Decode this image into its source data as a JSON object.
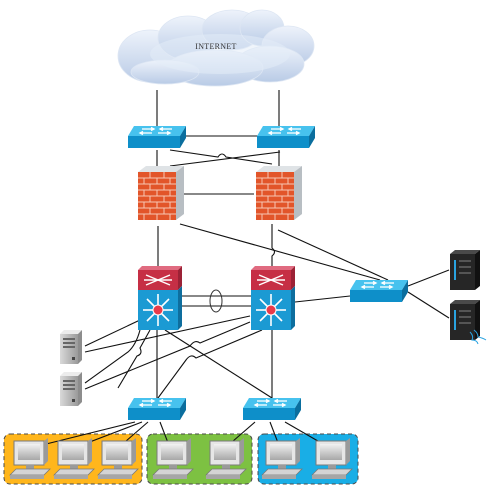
{
  "internet": {
    "label": "INTERNET"
  },
  "colors": {
    "switch_blue": "#1aa3d9",
    "switch_dark": "#0a7fb4",
    "firewall_red": "#e2552a",
    "core_red": "#c62f45",
    "core_blue": "#1b9ad3",
    "group_orange": "#ffb61c",
    "group_green": "#7dc142",
    "group_blue": "#19aee6",
    "link": "#111111"
  },
  "icons": {
    "cloud": "cloud-icon",
    "switch": "switch-icon",
    "firewall": "firewall-icon",
    "core_switch": "core-switch-icon",
    "server": "server-icon",
    "workstation": "workstation-icon"
  },
  "groups": [
    {
      "name": "group-orange",
      "workstations": 3
    },
    {
      "name": "group-green",
      "workstations": 2
    },
    {
      "name": "group-blue",
      "workstations": 2
    }
  ]
}
